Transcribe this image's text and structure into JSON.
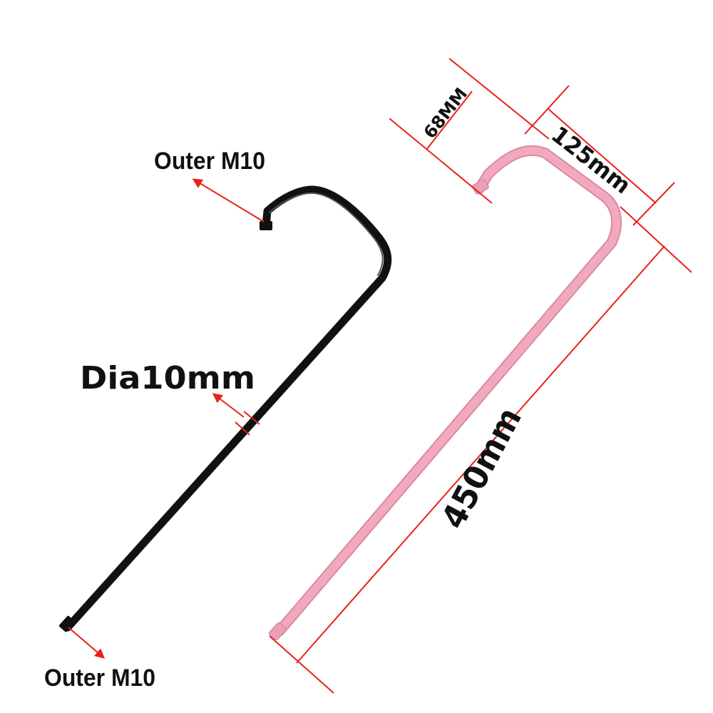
{
  "labels": {
    "top_thread": "Outer M10",
    "bottom_thread": "Outer M10",
    "diameter": "Dia10mm",
    "offset_height": "68MM",
    "top_length": "125mm",
    "main_length": "450mm"
  },
  "colors": {
    "black_rod": "#111111",
    "pink_rod": "#f2a9bd",
    "pink_rod_edge": "#d98aa0",
    "dimension": "#e8201c",
    "text": "#111111",
    "background": "#ffffff"
  }
}
